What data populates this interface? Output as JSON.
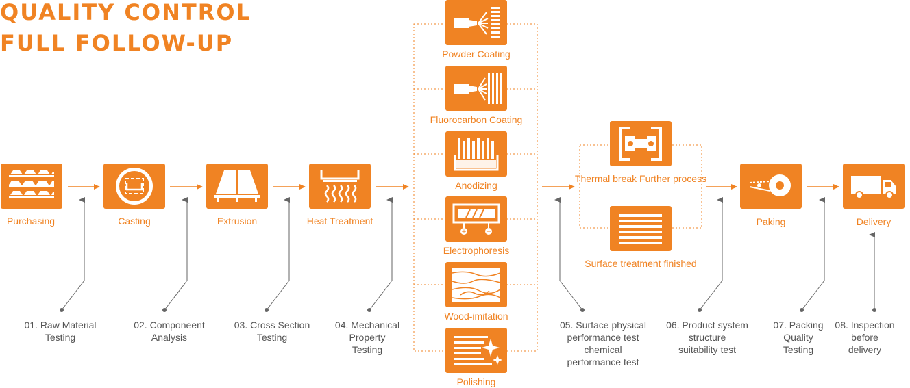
{
  "title": {
    "line1": "QUALITY CONTROL",
    "line2": "FULL FOLLOW-UP"
  },
  "colors": {
    "accent": "#f08323",
    "line": "#666666",
    "text": "#555555"
  },
  "steps": [
    {
      "label": "Purchasing",
      "icon": "ingot-stack-icon"
    },
    {
      "label": "Casting",
      "icon": "casting-die-icon"
    },
    {
      "label": "Extrusion",
      "icon": "extrusion-press-icon"
    },
    {
      "label": "Heat Treatment",
      "icon": "heat-oven-icon"
    }
  ],
  "surface_treatments": [
    {
      "label": "Powder Coating",
      "icon": "spray-gun-icon"
    },
    {
      "label": "Fluorocarbon Coating",
      "icon": "spray-gun-icon"
    },
    {
      "label": "Anodizing",
      "icon": "anodizing-bath-icon"
    },
    {
      "label": "Electrophoresis",
      "icon": "electrophoresis-icon"
    },
    {
      "label": "Wood-imitation",
      "icon": "wood-grain-icon"
    },
    {
      "label": "Polishing",
      "icon": "polish-sparkle-icon"
    }
  ],
  "further_process": [
    {
      "label": "Thermal break Further process",
      "icon": "thermal-break-profile-icon"
    },
    {
      "label": "Surface treatment finished",
      "icon": "finished-profile-icon"
    }
  ],
  "final_steps": [
    {
      "label": "Paking",
      "icon": "wrap-roll-icon"
    },
    {
      "label": "Delivery",
      "icon": "delivery-truck-icon"
    }
  ],
  "tests": [
    "01. Raw Material\nTesting",
    "02. Componeent\nAnalysis",
    "03. Cross Section\nTesting",
    "04. Mechanical\nProperty\nTesting",
    "05. Surface physical\nperformance test\nchemical\nperformance test",
    "06. Product system\nstructure\nsuitability test",
    "07. Packing\nQuality\nTesting",
    "08. Inspection\nbefore\ndelivery"
  ]
}
